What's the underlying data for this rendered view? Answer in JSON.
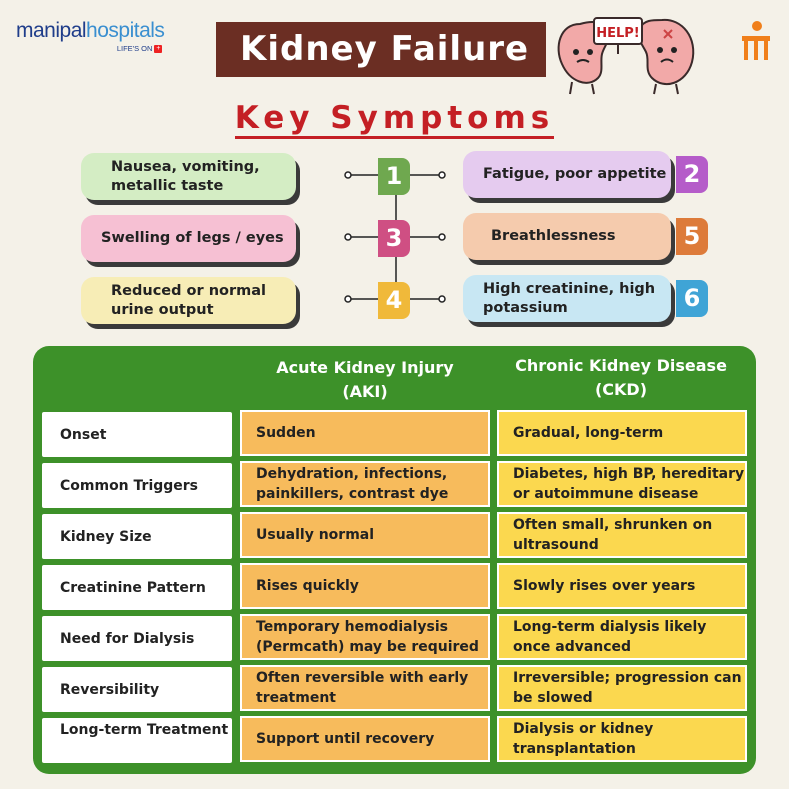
{
  "brand": {
    "name_part1": "manipal",
    "name_part2": "hospitals",
    "tagline": "LIFE'S ON",
    "tagline_plus": "+"
  },
  "title": "Kidney Failure",
  "sign_text": "HELP!",
  "section_title": "Key Symptoms",
  "colors": {
    "title_bg": "#6b2e23",
    "section_title": "#c41f24",
    "panel_green": "#3d9129",
    "aki_cell": "#f7bb5c",
    "ckd_cell": "#fbd84f"
  },
  "symptoms": [
    {
      "num": "1",
      "text": "Nausea, vomiting, metallic taste",
      "fill": "#d4edc4",
      "tab": "#6fa84f"
    },
    {
      "num": "2",
      "text": "Fatigue, poor appetite",
      "fill": "#e5cbef",
      "tab": "#b55cc9"
    },
    {
      "num": "3",
      "text": "Swelling of legs / eyes",
      "fill": "#f6c0d3",
      "tab": "#cf4f83"
    },
    {
      "num": "4",
      "text": "Reduced or normal urine output",
      "fill": "#f7edb6",
      "tab": "#f0b93a"
    },
    {
      "num": "5",
      "text": "Breathlessness",
      "fill": "#f5cbad",
      "tab": "#dd7b3a"
    },
    {
      "num": "6",
      "text": "High creatinine, high potassium",
      "fill": "#c8e7f3",
      "tab": "#3fa4d6"
    }
  ],
  "table": {
    "col_aki": "Acute Kidney Injury (AKI)",
    "col_ckd": "Chronic Kidney Disease (CKD)",
    "rows": [
      {
        "label": "Onset",
        "aki": "Sudden",
        "ckd": "Gradual, long-term"
      },
      {
        "label": "Common Triggers",
        "aki": "Dehydration, infections, painkillers, contrast dye",
        "ckd": "Diabetes, high BP, hereditary or autoimmune disease"
      },
      {
        "label": "Kidney Size",
        "aki": "Usually normal",
        "ckd": "Often small, shrunken on ultrasound"
      },
      {
        "label": "Creatinine Pattern",
        "aki": "Rises quickly",
        "ckd": "Slowly rises over years"
      },
      {
        "label": "Need for Dialysis",
        "aki": "Temporary hemodialysis (Permcath) may be required",
        "ckd": "Long-term dialysis likely once advanced"
      },
      {
        "label": "Reversibility",
        "aki": "Often reversible with early treatment",
        "ckd": "Irreversible; progression can be slowed"
      },
      {
        "label": "Long-term Treatment",
        "aki": "Support until recovery",
        "ckd": "Dialysis or kidney transplantation"
      }
    ]
  }
}
